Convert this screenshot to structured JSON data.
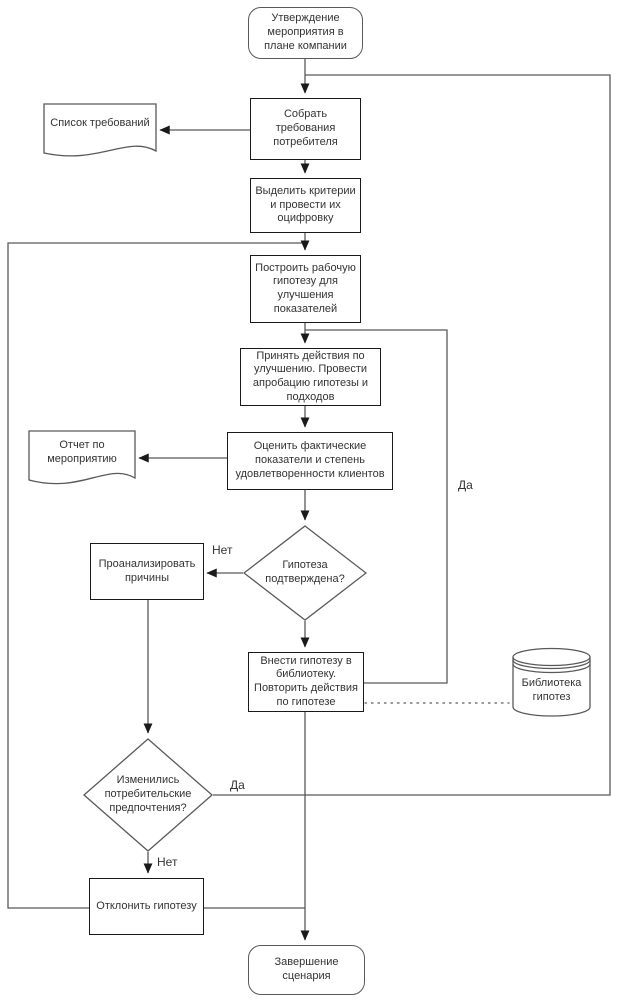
{
  "diagram": {
    "title": "Flowchart (hypothesis testing scenario)",
    "nodes": {
      "start": {
        "label": "Утверждение мероприятия в плане компании",
        "type": "terminator"
      },
      "collect": {
        "label": "Собрать требования потребителя",
        "type": "process"
      },
      "requirements_doc i": {
        "label": "",
        "type": "document"
      },
      "requirements_doc": {
        "label": "Список требований",
        "type": "document"
      },
      "criteria": {
        "label": "Выделить критерии и провести их оцифровку",
        "type": "process"
      },
      "hypothesis": {
        "label": "Построить рабочую гипотезу для улучшения показателей",
        "type": "process"
      },
      "actions": {
        "label": "Принять действия по улучшению. Провести апробацию гипотезы и подходов",
        "type": "process"
      },
      "evaluate": {
        "label": "Оценить фактические показатели и степень удовлетворенности клиентов",
        "type": "process"
      },
      "report_doc": {
        "label": "Отчет по мероприятию",
        "type": "document"
      },
      "confirmed": {
        "label": "Гипотеза подтверждена?",
        "type": "decision"
      },
      "analyze": {
        "label": "Проанализировать причины",
        "type": "process"
      },
      "library_add": {
        "label": "Внести гипотезу в библиотеку. Повторить действия по гипотезе",
        "type": "process"
      },
      "library_db": {
        "label": "Библиотека гипотез",
        "type": "database"
      },
      "preferences": {
        "label": "Изменились потребительские предпочтения?",
        "type": "decision"
      },
      "reject": {
        "label": "Отклонить гипотезу",
        "type": "process"
      },
      "end": {
        "label": "Завершение сценария",
        "type": "terminator"
      }
    },
    "edge_labels": {
      "yes_repeat": "Да",
      "no_analyze": "Нет",
      "yes_changed": "Да",
      "no_changed": "Нет"
    },
    "colors": {
      "line": "#595959",
      "process_border": "#1a1a1a",
      "shape_border": "#595959",
      "text": "#333333",
      "background": "#ffffff",
      "arrowhead": "#1a1a1a"
    }
  }
}
